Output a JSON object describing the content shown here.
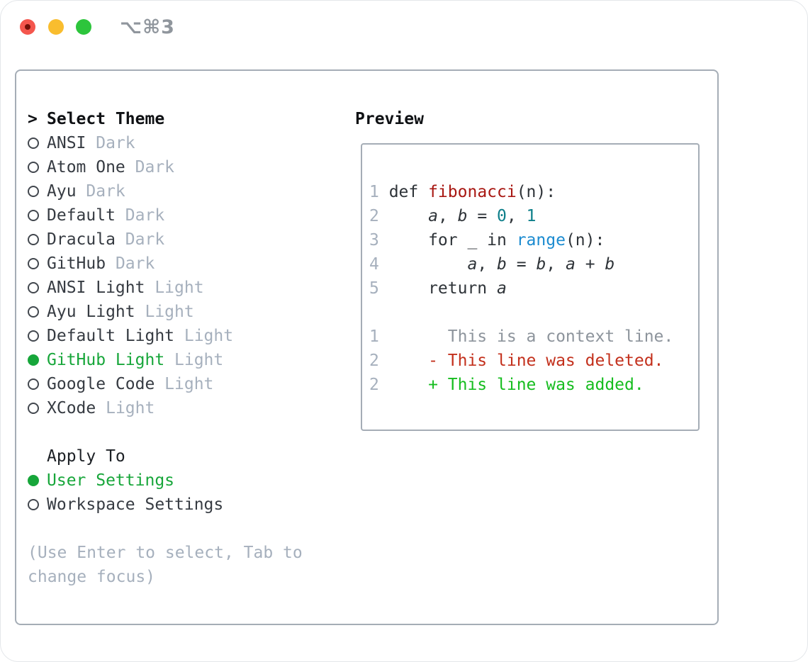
{
  "titlebar": {
    "shortcut": "⌥⌘3",
    "lights": [
      "close",
      "minimize",
      "zoom"
    ]
  },
  "theme_picker": {
    "heading_prefix": ">",
    "heading": "Select Theme",
    "items": [
      {
        "label": "ANSI",
        "variant": "Dark",
        "selected": false
      },
      {
        "label": "Atom One",
        "variant": "Dark",
        "selected": false
      },
      {
        "label": "Ayu",
        "variant": "Dark",
        "selected": false
      },
      {
        "label": "Default",
        "variant": "Dark",
        "selected": false
      },
      {
        "label": "Dracula",
        "variant": "Dark",
        "selected": false
      },
      {
        "label": "GitHub",
        "variant": "Dark",
        "selected": false
      },
      {
        "label": "ANSI Light",
        "variant": "Light",
        "selected": false
      },
      {
        "label": "Ayu Light",
        "variant": "Light",
        "selected": false
      },
      {
        "label": "Default Light",
        "variant": "Light",
        "selected": false
      },
      {
        "label": "GitHub Light",
        "variant": "Light",
        "selected": true
      },
      {
        "label": "Google Code",
        "variant": "Light",
        "selected": false
      },
      {
        "label": "XCode",
        "variant": "Light",
        "selected": false
      }
    ]
  },
  "apply_to": {
    "heading": "Apply To",
    "options": [
      {
        "label": "User Settings",
        "selected": true
      },
      {
        "label": "Workspace Settings",
        "selected": false
      }
    ]
  },
  "hint": "(Use Enter to select, Tab to change focus)",
  "preview": {
    "heading": "Preview",
    "lines": [
      {
        "num": "1",
        "segments": [
          {
            "t": "def ",
            "c": "code"
          },
          {
            "t": "fibonacci",
            "c": "func"
          },
          {
            "t": "(n):",
            "c": "code"
          }
        ]
      },
      {
        "num": "2",
        "segments": [
          {
            "t": "    ",
            "c": "code"
          },
          {
            "t": "a",
            "c": "var"
          },
          {
            "t": ", ",
            "c": "code"
          },
          {
            "t": "b",
            "c": "var"
          },
          {
            "t": " = ",
            "c": "code"
          },
          {
            "t": "0",
            "c": "number"
          },
          {
            "t": ", ",
            "c": "code"
          },
          {
            "t": "1",
            "c": "number"
          }
        ]
      },
      {
        "num": "3",
        "segments": [
          {
            "t": "    for _ in ",
            "c": "code"
          },
          {
            "t": "range",
            "c": "builtin"
          },
          {
            "t": "(n):",
            "c": "code"
          }
        ]
      },
      {
        "num": "4",
        "segments": [
          {
            "t": "        ",
            "c": "code"
          },
          {
            "t": "a",
            "c": "var"
          },
          {
            "t": ", ",
            "c": "code"
          },
          {
            "t": "b",
            "c": "var"
          },
          {
            "t": " = ",
            "c": "code"
          },
          {
            "t": "b",
            "c": "var"
          },
          {
            "t": ", ",
            "c": "code"
          },
          {
            "t": "a",
            "c": "var"
          },
          {
            "t": " + ",
            "c": "code"
          },
          {
            "t": "b",
            "c": "var"
          }
        ]
      },
      {
        "num": "5",
        "segments": [
          {
            "t": "    return ",
            "c": "code"
          },
          {
            "t": "a",
            "c": "var"
          }
        ]
      },
      {
        "num": "",
        "segments": []
      },
      {
        "num": "1",
        "segments": [
          {
            "t": "      This is a context line.",
            "c": "context"
          }
        ]
      },
      {
        "num": "2",
        "segments": [
          {
            "t": "    - This line was deleted.",
            "c": "deleted"
          }
        ]
      },
      {
        "num": "2",
        "segments": [
          {
            "t": "    + This line was added.",
            "c": "added"
          }
        ]
      }
    ]
  },
  "colors": {
    "accent_green": "#17a63a",
    "added_green": "#16bd1f",
    "deleted_red": "#c3301c",
    "func_red": "#a81712",
    "number_teal": "#0e7f8a",
    "builtin_blue": "#1b8bd0",
    "muted": "#a6b0bd",
    "context_gray": "#8d949c",
    "panel_border": "#a5adb6",
    "light_red": "#f4564d",
    "light_yellow": "#f9bd2e",
    "light_green": "#2dc53c",
    "titlebar_text": "#90969d"
  }
}
